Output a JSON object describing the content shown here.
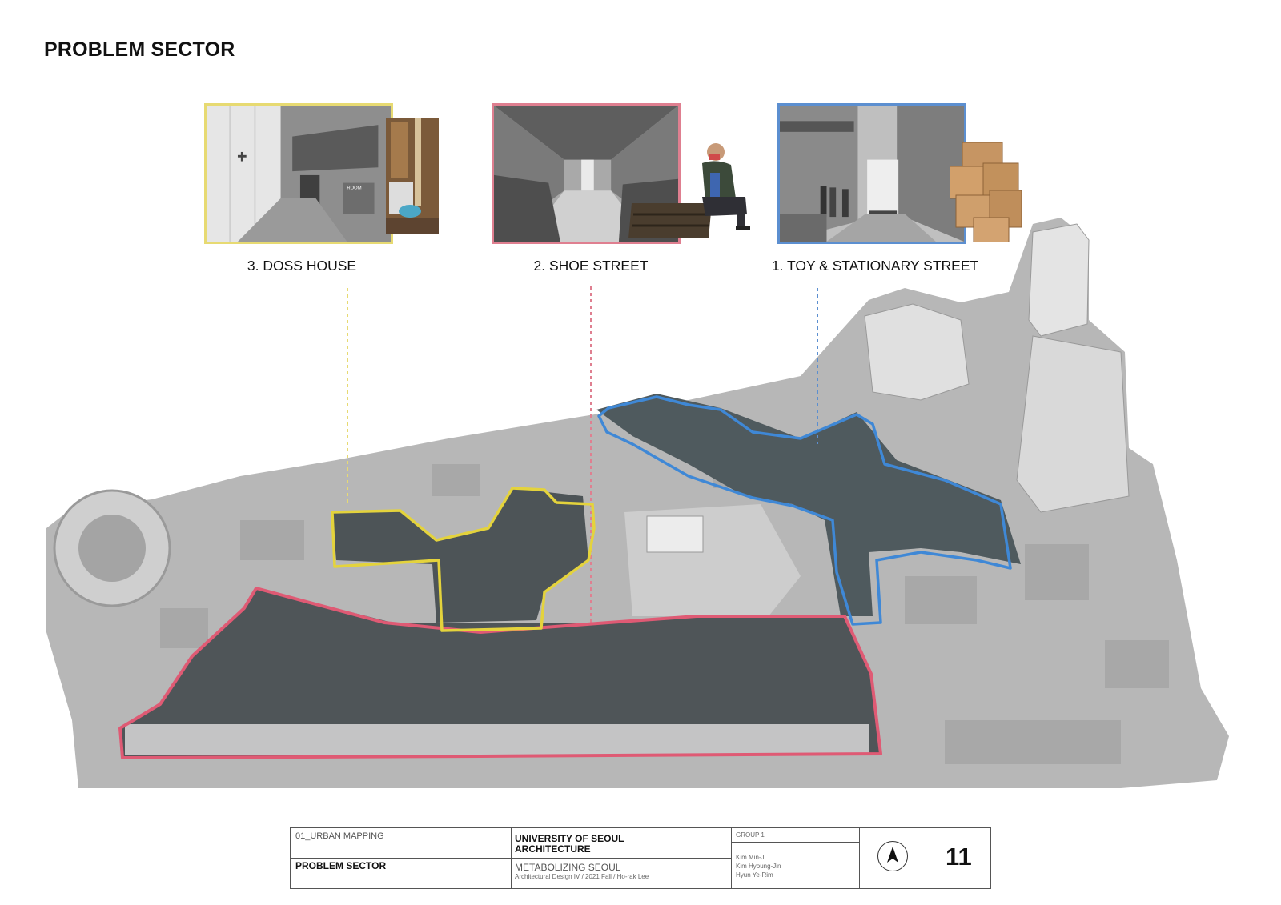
{
  "page": {
    "title": "PROBLEM SECTOR"
  },
  "sectors": [
    {
      "label": "3. DOSS HOUSE",
      "color": "#e7da72"
    },
    {
      "label": "2. SHOE STREET",
      "color": "#df7f90"
    },
    {
      "label": "1. TOY & STATIONARY STREET",
      "color": "#5c8fd0"
    }
  ],
  "title_block": {
    "section": "01_URBAN MAPPING",
    "sheet_title": "PROBLEM SECTOR",
    "school_line1": "UNIVERSITY OF SEOUL",
    "school_line2": "ARCHITECTURE",
    "project": "METABOLIZING SEOUL",
    "course": "Architectural Design IV / 2021 Fall / Ho-rak Lee",
    "group": "GROUP 1",
    "members": [
      "Kim Min-Ji",
      "Kim Hyoung-Jin",
      "Hyun Ye-Rim"
    ],
    "north_icon": "north-arrow-icon",
    "page_number": "11"
  }
}
